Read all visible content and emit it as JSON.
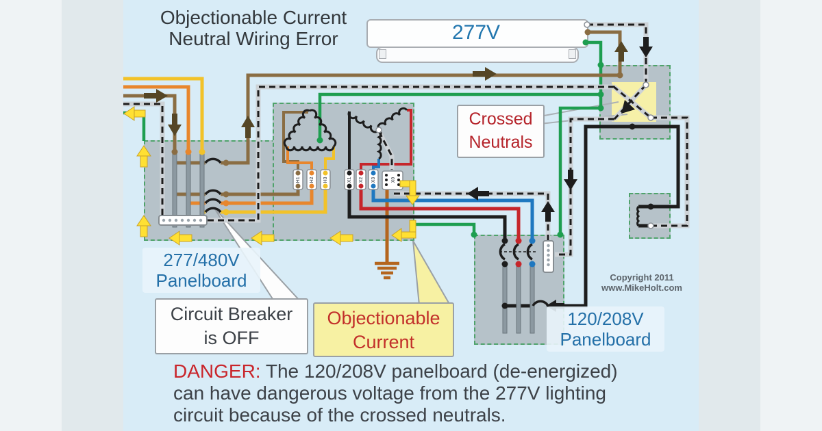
{
  "title": {
    "line1": "Objectionable Current",
    "line2": "Neutral Wiring Error"
  },
  "luminaire": {
    "voltage": "277V"
  },
  "callouts": {
    "crossed_neutrals": {
      "line1": "Crossed",
      "line2": "Neutrals"
    },
    "circuit_breaker": {
      "line1": "Circuit Breaker",
      "line2": "is OFF"
    },
    "objectionable_current": {
      "line1": "Objectionable",
      "line2": "Current"
    }
  },
  "panel_labels": {
    "left": {
      "line1": "277/480V",
      "line2": "Panelboard"
    },
    "right": {
      "line1": "120/208V",
      "line2": "Panelboard"
    }
  },
  "transformer_terminals": {
    "h1": "H1",
    "h2": "H2",
    "h3": "H3",
    "x1": "X1",
    "x2": "X2",
    "x3": "X3",
    "x0": "X0"
  },
  "copyright": {
    "line1": "Copyright 2011",
    "line2": "www.MikeHolt.com"
  },
  "danger": {
    "label": "DANGER:",
    "line1": "The 120/208V panelboard (de-energized)",
    "line2": "can have dangerous voltage from the 277V lighting",
    "line3": "circuit because of the crossed neutrals."
  },
  "colors": {
    "phase_brown": "#8a6d43",
    "phase_orange": "#e8862c",
    "phase_yellow": "#f2c229",
    "neutral_black": "#1d1d1d",
    "ground_green": "#1e9e50",
    "secondary_red": "#c6262b",
    "secondary_blue": "#1f78c0",
    "gec_copper": "#b4651e",
    "flow_arrow_yellow": "#ffe033",
    "label_blue": "#2470a8",
    "danger_red": "#c9252b",
    "panel_gray": "#b6c2c9",
    "enclosure_border_green": "#4fa36b",
    "background_blue": "#d8ecf7"
  }
}
